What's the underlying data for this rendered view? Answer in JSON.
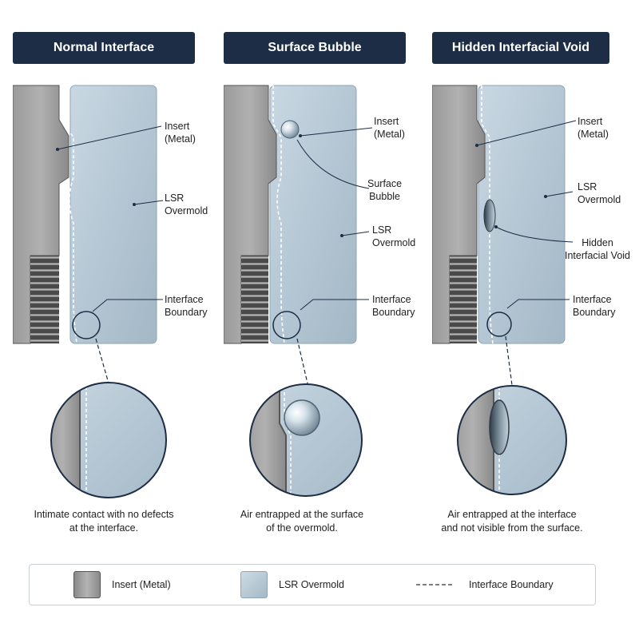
{
  "panels": [
    {
      "title": "Normal Interface",
      "labels": {
        "insert": [
          "Insert",
          "(Metal)"
        ],
        "lsr": [
          "LSR",
          "Overmold"
        ],
        "boundary": [
          "Interface",
          "Boundary"
        ]
      },
      "caption": [
        "Intimate contact with no defects",
        "at the interface."
      ]
    },
    {
      "title": "Surface Bubble",
      "labels": {
        "insert": [
          "Insert",
          "(Metal)"
        ],
        "defect": [
          "Surface",
          "Bubble"
        ],
        "lsr": [
          "LSR",
          "Overmold"
        ],
        "boundary": [
          "Interface",
          "Boundary"
        ]
      },
      "caption": [
        "Air entrapped at the surface",
        "of the overmold."
      ]
    },
    {
      "title": "Hidden Interfacial Void",
      "labels": {
        "insert": [
          "Insert",
          "(Metal)"
        ],
        "lsr": [
          "LSR",
          "Overmold"
        ],
        "defect": [
          "Hidden",
          "Interfacial Void"
        ],
        "boundary": [
          "Interface",
          "Boundary"
        ]
      },
      "caption": [
        "Air entrapped at the interface",
        "and not visible from the surface."
      ]
    }
  ],
  "legend": {
    "insert": "Insert (Metal)",
    "lsr": "LSR Overmold",
    "boundary": "Interface Boundary"
  },
  "colors": {
    "title_bg": "#1c2d45",
    "metal": "#8f8f8f",
    "lsr": "#b6c9d7",
    "leader": "#1c2d45"
  }
}
